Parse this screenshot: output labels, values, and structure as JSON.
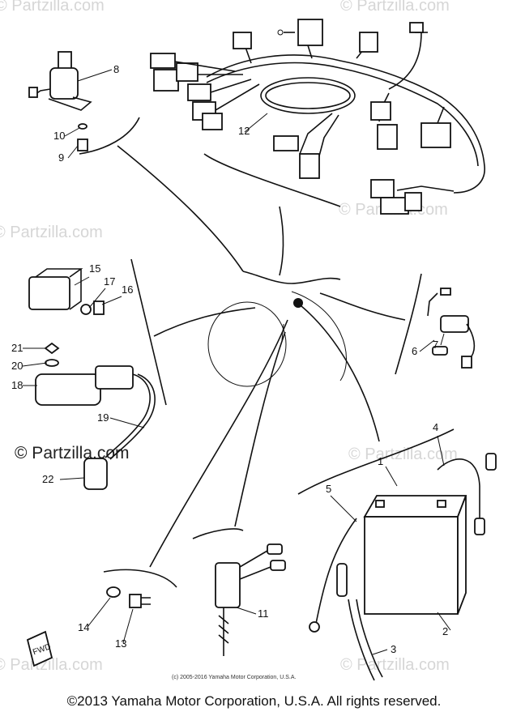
{
  "watermark": "© Partzilla.com",
  "callouts": [
    "1",
    "2",
    "3",
    "4",
    "5",
    "6",
    "7",
    "8",
    "9",
    "10",
    "11",
    "12",
    "13",
    "14",
    "15",
    "16",
    "17",
    "18",
    "19",
    "20",
    "21",
    "22"
  ],
  "fwd_label": "FWD",
  "small_copyright": "(c) 2005-2016 Yamaha Motor Corporation, U.S.A.",
  "footer_copyright": "©2013 Yamaha Motor Corporation, U.S.A. All rights reserved."
}
